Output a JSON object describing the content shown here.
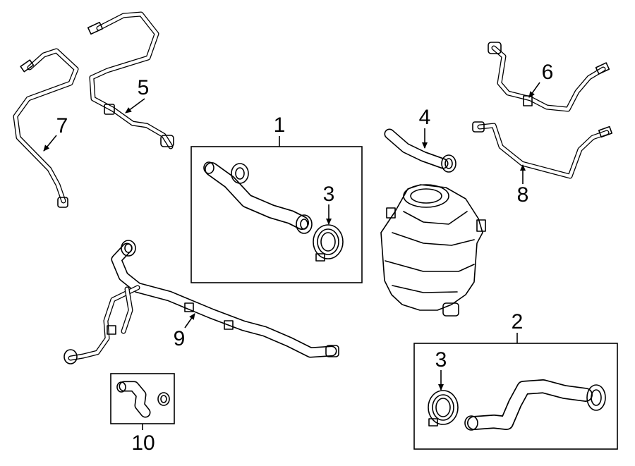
{
  "diagram": {
    "callouts": [
      {
        "id": "1",
        "label": "1"
      },
      {
        "id": "2",
        "label": "2"
      },
      {
        "id": "3a",
        "label": "3"
      },
      {
        "id": "3b",
        "label": "3"
      },
      {
        "id": "4",
        "label": "4"
      },
      {
        "id": "5",
        "label": "5"
      },
      {
        "id": "6",
        "label": "6"
      },
      {
        "id": "7",
        "label": "7"
      },
      {
        "id": "8",
        "label": "8"
      },
      {
        "id": "9",
        "label": "9"
      },
      {
        "id": "10",
        "label": "10"
      }
    ],
    "line_color": "#000000",
    "background": "#ffffff"
  }
}
